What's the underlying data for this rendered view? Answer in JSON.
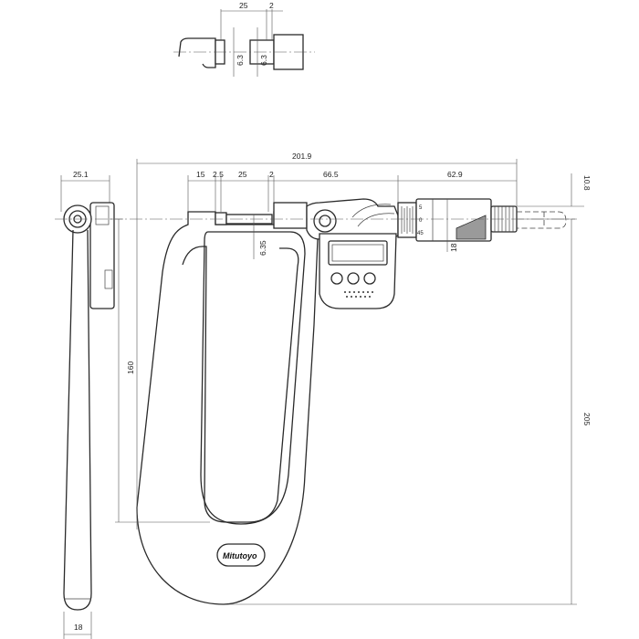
{
  "brand": "Mitutoyo",
  "dimensions": {
    "detail_width": "25",
    "detail_gap": "2",
    "detail_dia_left": "6.3",
    "detail_dia_right": "6.3",
    "overall_length": "201.9",
    "offset_15": "15",
    "offset_2_5": "2.5",
    "anvil_gap_25": "25",
    "spindle_2": "2",
    "to_thimble": "66.5",
    "thimble_length": "62.9",
    "spindle_dia": "6.35",
    "top_height": "10.8",
    "thimble_dia": "18",
    "throat_depth": "160",
    "total_height": "205",
    "side_width": "25.1",
    "side_bottom": "18"
  },
  "scale_marks": [
    "5",
    "0",
    "45"
  ],
  "colors": {
    "line": "#2a2a2a",
    "dimension": "#555555"
  }
}
